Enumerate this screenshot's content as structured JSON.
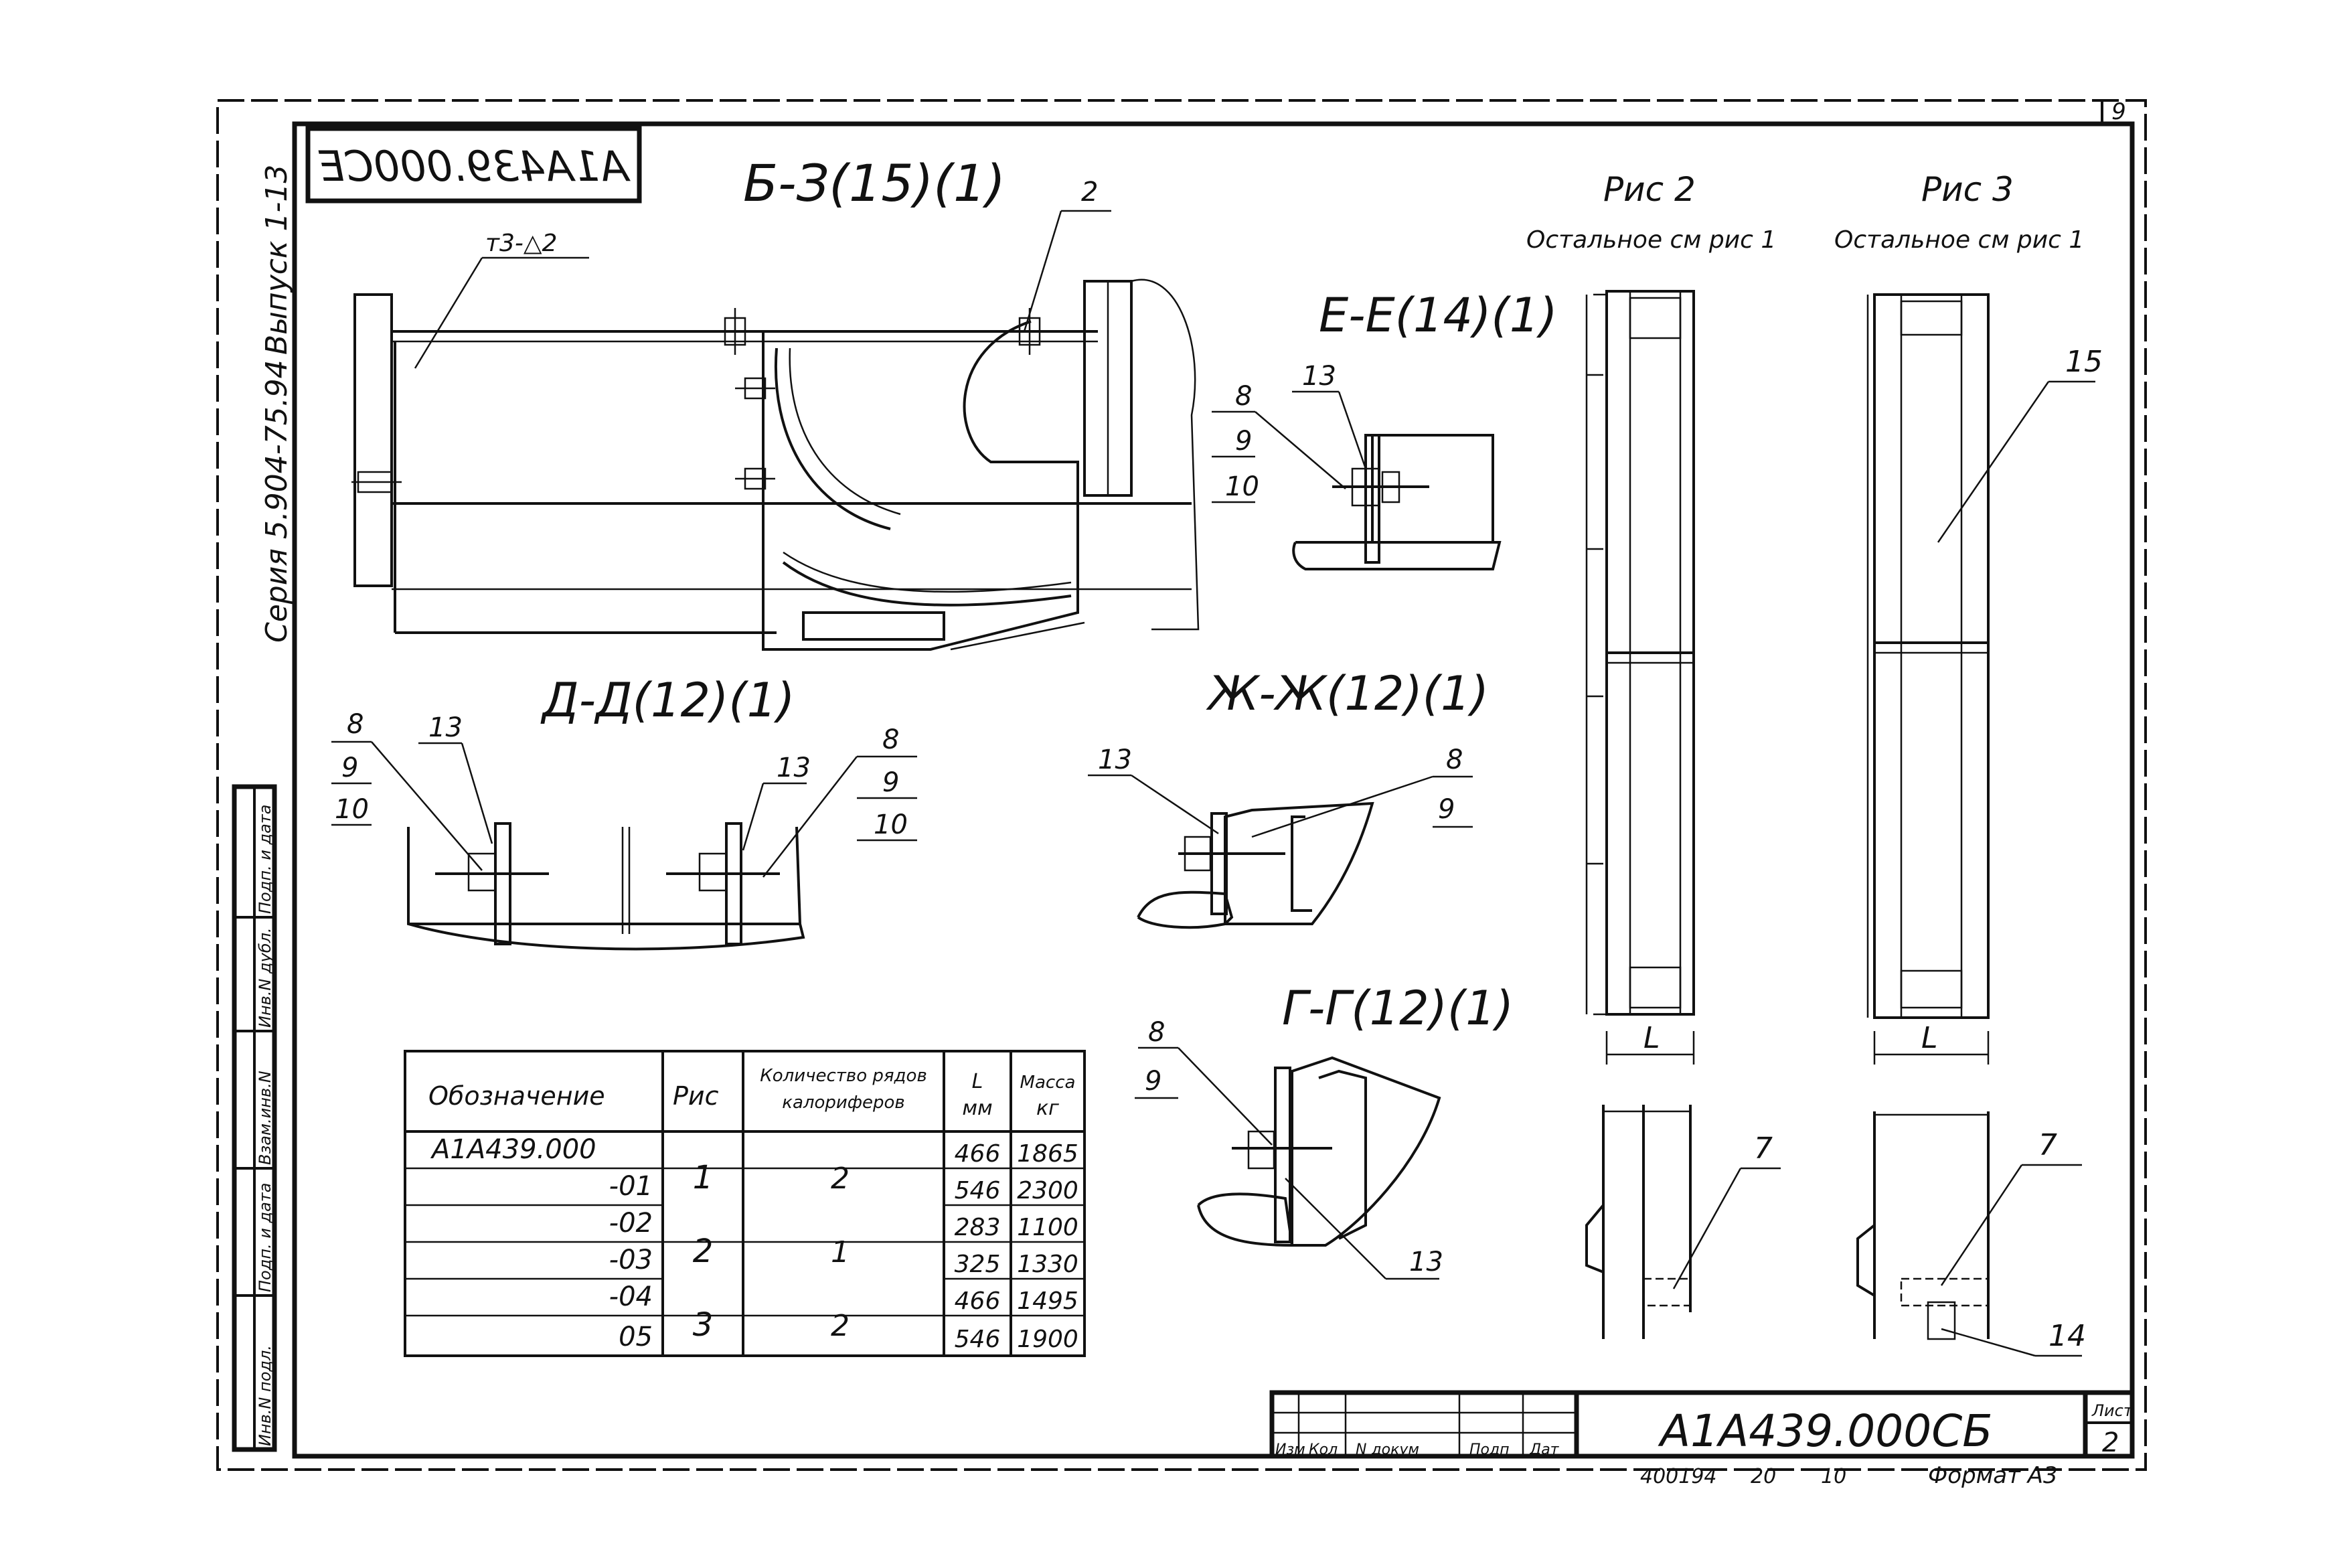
{
  "sheet_number": "9",
  "designation_mirrored": "А1А439.000СЕ",
  "side_labels": {
    "series": "Серия 5.904-75.94",
    "issue": "Выпуск 1-13"
  },
  "left_stamp_columns": [
    "Инв.N подл.",
    "Подп. и дата",
    "Взам.инв.N",
    "Инв.N дубл.",
    "Подп. и дата"
  ],
  "views": {
    "b_z": {
      "title": "Б-З(15)(1)",
      "weld": "т3-△2",
      "callout": "2"
    },
    "e_e": {
      "title": "Е-Е(14)(1)",
      "c8": "8",
      "c9": "9",
      "c10": "10",
      "c13": "13"
    },
    "d_d": {
      "title": "Д-Д(12)(1)",
      "l8": "8",
      "l9": "9",
      "l10": "10",
      "l13": "13",
      "r13": "13",
      "r8": "8",
      "r9": "9",
      "r10": "10"
    },
    "zh_zh": {
      "title": "Ж-Ж(12)(1)",
      "c13": "13",
      "c8": "8",
      "c9": "9"
    },
    "g_g": {
      "title": "Г-Г(12)(1)",
      "c8": "8",
      "c9": "9",
      "c13": "13"
    },
    "fig2": {
      "title": "Рис 2",
      "note": "Остальное см рис 1",
      "dim": "L",
      "callout": "7"
    },
    "fig3": {
      "title": "Рис 3",
      "note": "Остальное см рис 1",
      "dim": "L",
      "c15": "15",
      "c7": "7",
      "c14": "14"
    }
  },
  "table": {
    "headers": {
      "designation": "Обозначение",
      "fig": "Рис",
      "rows_count_1": "Количество рядов",
      "rows_count_2": "калориферов",
      "l_1": "L",
      "l_2": "мм",
      "mass_1": "Масса",
      "mass_2": "кг"
    },
    "rows": [
      {
        "designation": "А1А439.000",
        "fig": "1",
        "rows": "2",
        "l": "466",
        "mass": "1865"
      },
      {
        "designation": "-01",
        "fig": "",
        "rows": "",
        "l": "546",
        "mass": "2300"
      },
      {
        "designation": "-02",
        "fig": "2",
        "rows": "1",
        "l": "283",
        "mass": "1100"
      },
      {
        "designation": "-03",
        "fig": "",
        "rows": "",
        "l": "325",
        "mass": "1330"
      },
      {
        "designation": "-04",
        "fig": "3",
        "rows": "2",
        "l": "466",
        "mass": "1495"
      },
      {
        "designation": "05",
        "fig": "",
        "rows": "",
        "l": "546",
        "mass": "1900"
      }
    ]
  },
  "title_block": {
    "designation": "А1А439.000СБ",
    "sheet_label": "Лист",
    "sheet": "2",
    "cols": [
      "Изм",
      "Кол",
      "N докум",
      "Подп",
      "Дат"
    ],
    "archive_no": "400194",
    "archive_2": "20",
    "archive_3": "10",
    "format": "Формат А3"
  }
}
